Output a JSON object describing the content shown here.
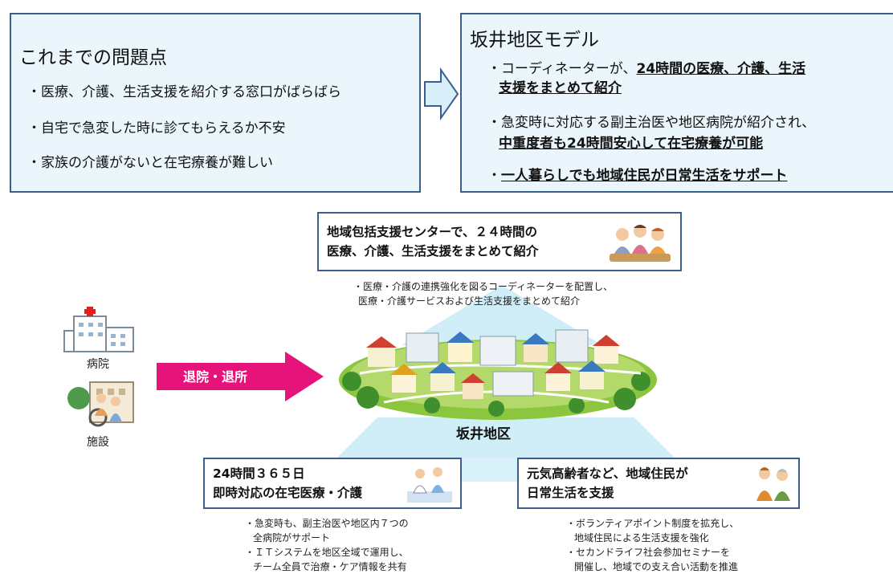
{
  "problems": {
    "title": "これまでの問題点",
    "items": [
      "・医療、介護、生活支援を紹介する窓口がばらばら",
      "・自宅で急変した時に診てもらえるか不安",
      "・家族の介護がないと在宅療養が難しい"
    ]
  },
  "model": {
    "title": "坂井地区モデル",
    "item1_prefix": "・コーディネーターが、",
    "item1_bold_line1": "24時間の医療、介護、生活",
    "item1_bold_line2": "支援をまとめて紹介",
    "item2_prefix": "・急変時に対応する副主治医や地区病院が紹介され、",
    "item2_bold": "中重度者も24時間安心して在宅療養が可能",
    "item3_prefix": "・",
    "item3_bold": "一人暮らしでも地域住民が日常生活をサポート"
  },
  "center": {
    "line1": "地域包括支援センターで、２４時間の",
    "line2": "医療、介護、生活支援をまとめて紹介",
    "note1": "・医療・介護の連携強化を図るコーディネーターを配置し、",
    "note2": "医療・介護サービスおよび生活支援をまとめて紹介"
  },
  "left": {
    "hospital": "病院",
    "facility": "施設",
    "arrow": "退院・退所"
  },
  "district": {
    "label": "坂井地区"
  },
  "bottom_left": {
    "line1": "24時間３６５日",
    "line2": "即時対応の在宅医療・介護",
    "note1": "・急変時も、副主治医や地区内７つの",
    "note2": "全病院がサポート",
    "note3": "・ＩＴシステムを地区全域で運用し、",
    "note4": "チーム全員で治療・ケア情報を共有"
  },
  "bottom_right": {
    "line1": "元気高齢者など、地域住民が",
    "line2": "日常生活を支援",
    "note1": "・ボランティアポイント制度を拡充し、",
    "note2": "地域住民による生活支援を強化",
    "note3": "・セカンドライフ社会参加セミナーを",
    "note4": "開催し、地域での支え合い活動を推進"
  },
  "colors": {
    "box_border": "#3a5f8f",
    "box_fill": "#eaf6fb",
    "arrow_pink": "#e6147a",
    "pyramid": "#cfeef7"
  }
}
